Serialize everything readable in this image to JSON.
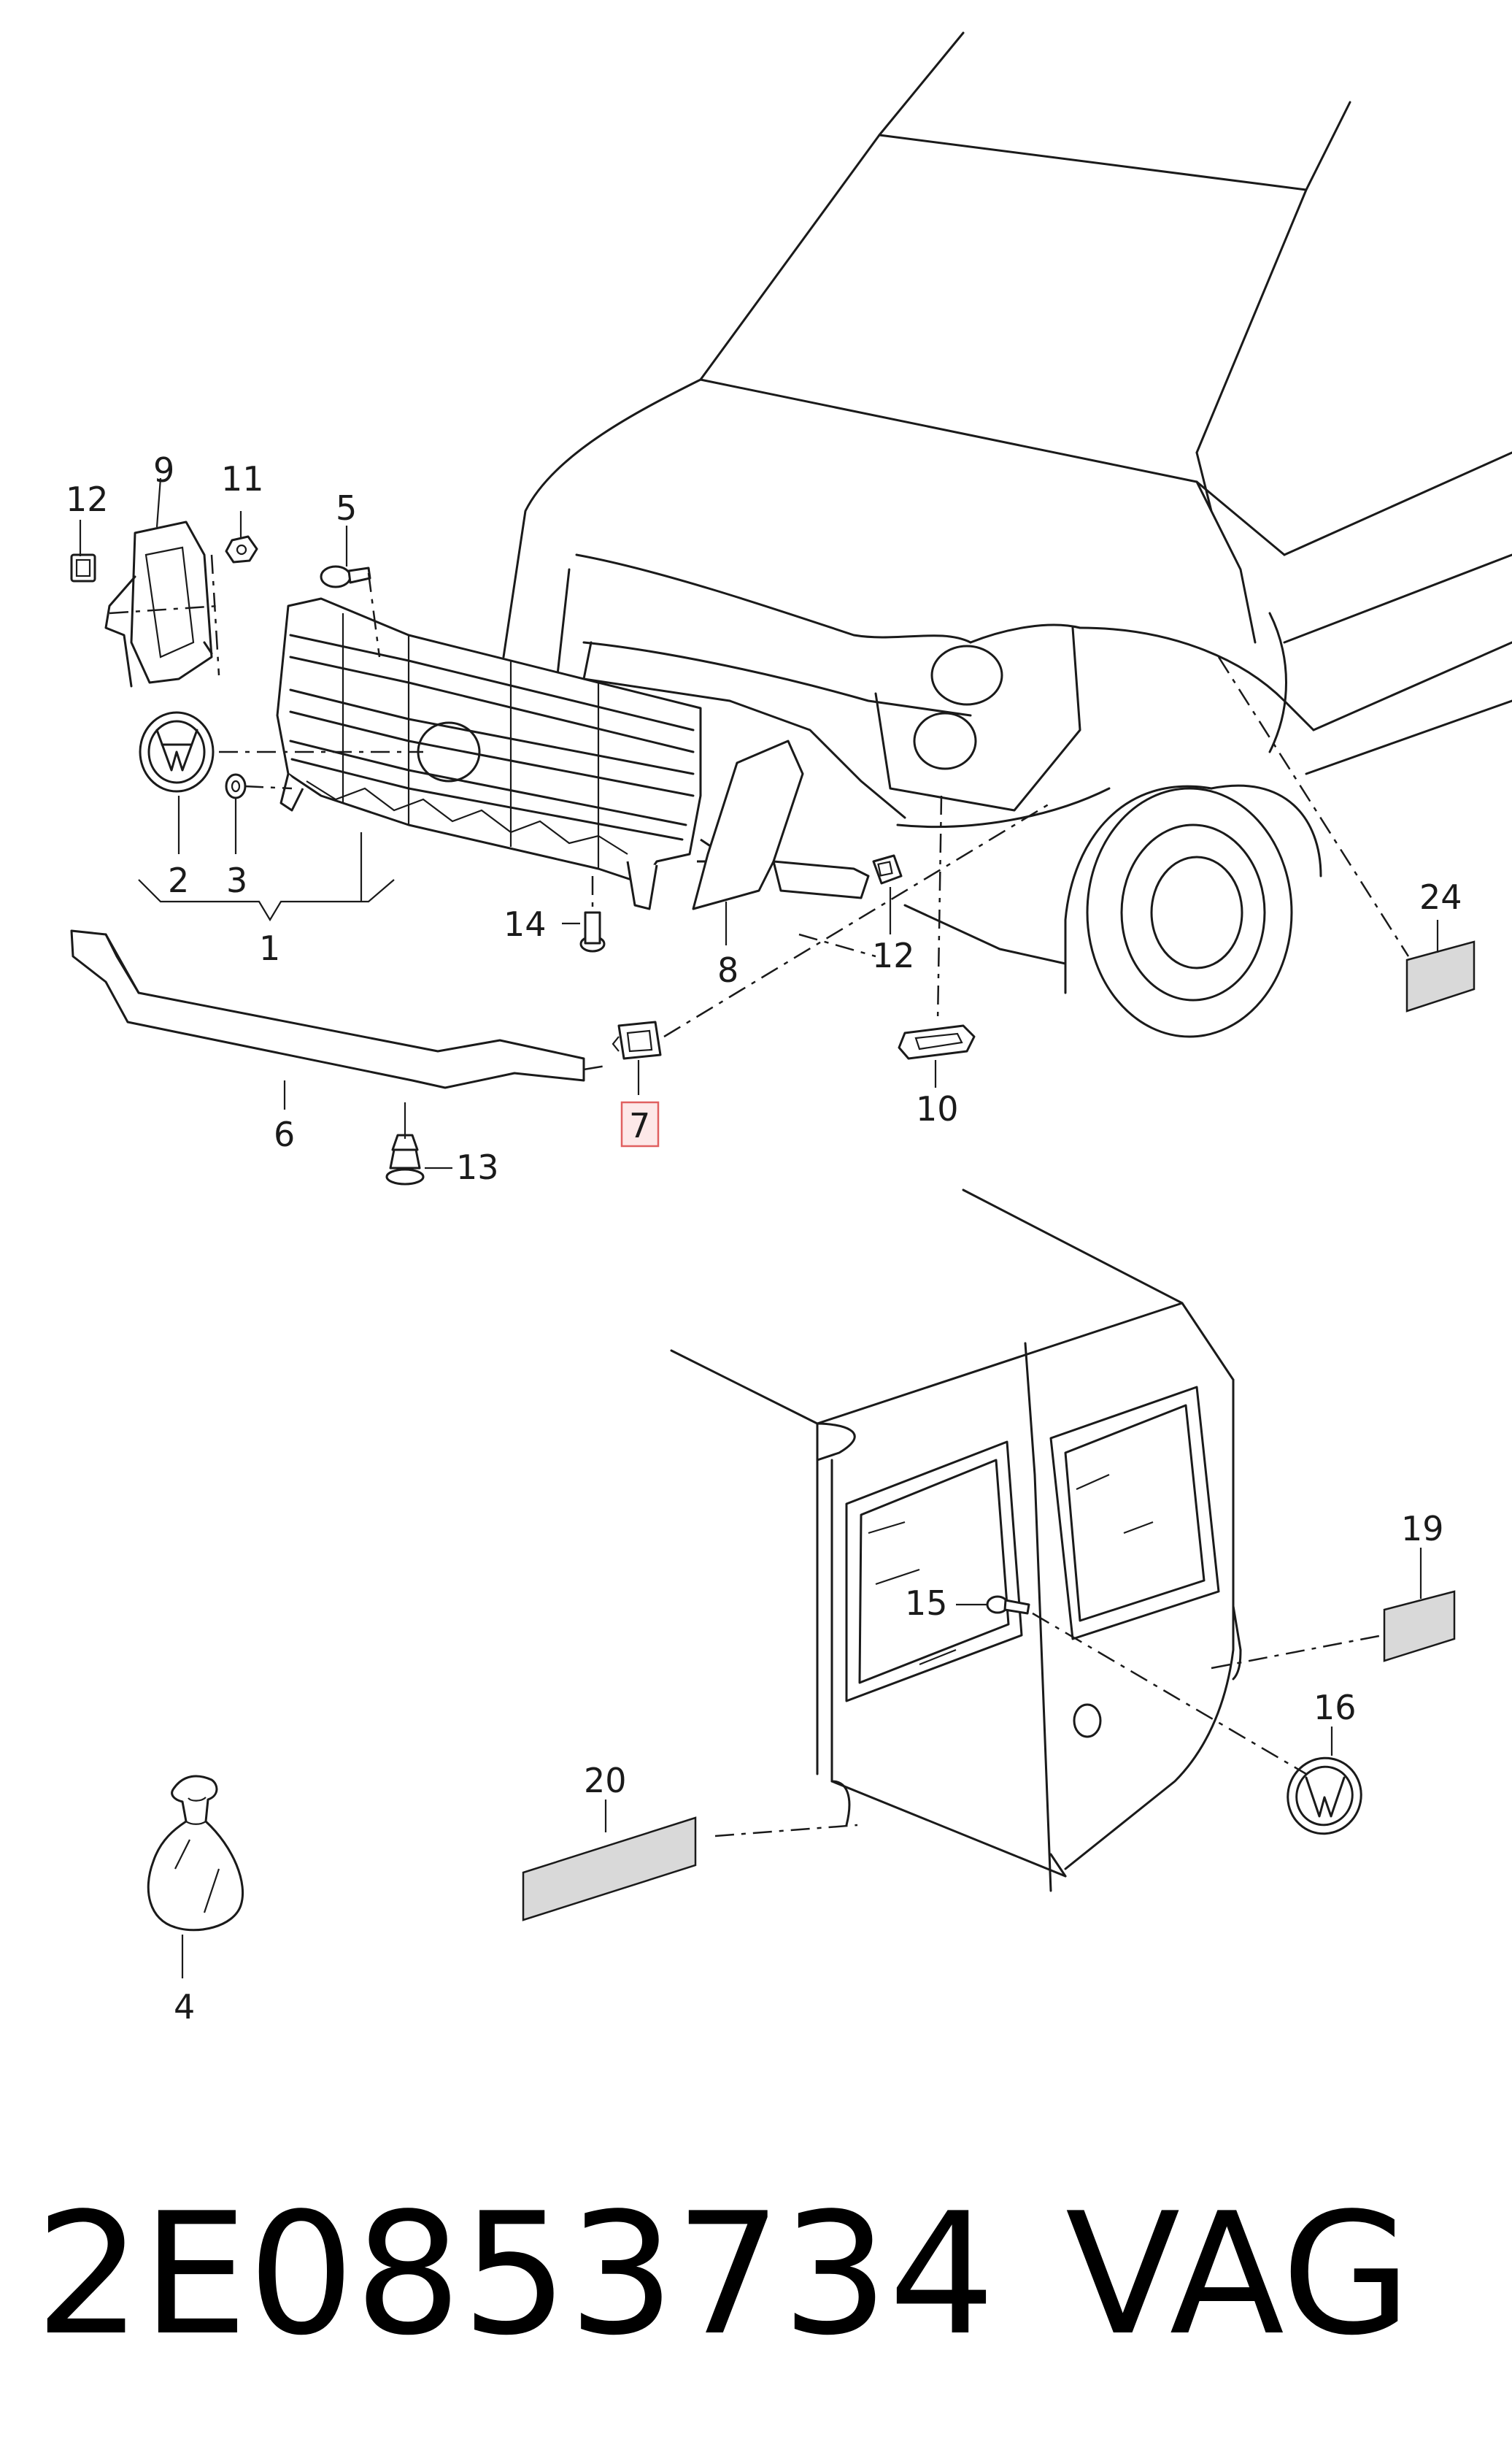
{
  "callouts": {
    "c1": "1",
    "c2": "2",
    "c3": "3",
    "c4": "4",
    "c5": "5",
    "c6": "6",
    "c7": "7",
    "c8": "8",
    "c9": "9",
    "c10": "10",
    "c11": "11",
    "c12a": "12",
    "c12b": "12",
    "c13": "13",
    "c14": "14",
    "c15": "15",
    "c16": "16",
    "c19": "19",
    "c20": "20",
    "c24": "24"
  },
  "caption": {
    "part_number": "2E0853734",
    "brand": "VAG"
  },
  "colors": {
    "line": "#1a1a1a",
    "highlight": "#e06060",
    "highlight_fill": "#fde8e8",
    "label_fill": "#d9d9d9"
  }
}
